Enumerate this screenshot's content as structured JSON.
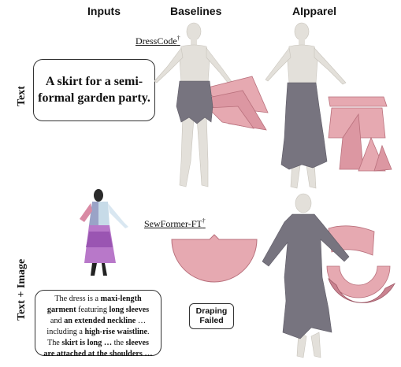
{
  "headers": {
    "inputs": "Inputs",
    "baselines": "Baselines",
    "ours": "AIpparel"
  },
  "rows": {
    "text_label": "Text",
    "text_image_label": "Text + Image"
  },
  "text_prompt": {
    "line1": "A skirt for a semi-",
    "line2": "formal garden party."
  },
  "baseline_refs": {
    "row1": "DressCode",
    "row2": "SewFormer-FT",
    "marker": "†"
  },
  "failure_badge": {
    "line1": "Draping",
    "line2": "Failed"
  },
  "image_prompt_text": [
    [
      {
        "t": "The dress is a ",
        "b": false
      },
      {
        "t": "maxi-length",
        "b": true
      }
    ],
    [
      {
        "t": "garment",
        "b": true
      },
      {
        "t": " featuring ",
        "b": false
      },
      {
        "t": "long sleeves",
        "b": true
      }
    ],
    [
      {
        "t": "and ",
        "b": false
      },
      {
        "t": "an extended neckline",
        "b": true
      },
      {
        "t": " …",
        "b": false
      }
    ],
    [
      {
        "t": "including a ",
        "b": false
      },
      {
        "t": "high-rise waistline",
        "b": true
      },
      {
        "t": ".",
        "b": false
      }
    ],
    [
      {
        "t": "The ",
        "b": false
      },
      {
        "t": "skirt is long …",
        "b": true
      },
      {
        "t": " the ",
        "b": false
      },
      {
        "t": "sleeves",
        "b": true
      }
    ],
    [
      {
        "t": "are attached at the shoulders …",
        "b": true
      }
    ]
  ],
  "colors": {
    "pattern_pink": "#e6a9b1",
    "pattern_edge": "#b9707c",
    "garment_gray": "#77747f",
    "mannequin": "#e3e0da"
  }
}
